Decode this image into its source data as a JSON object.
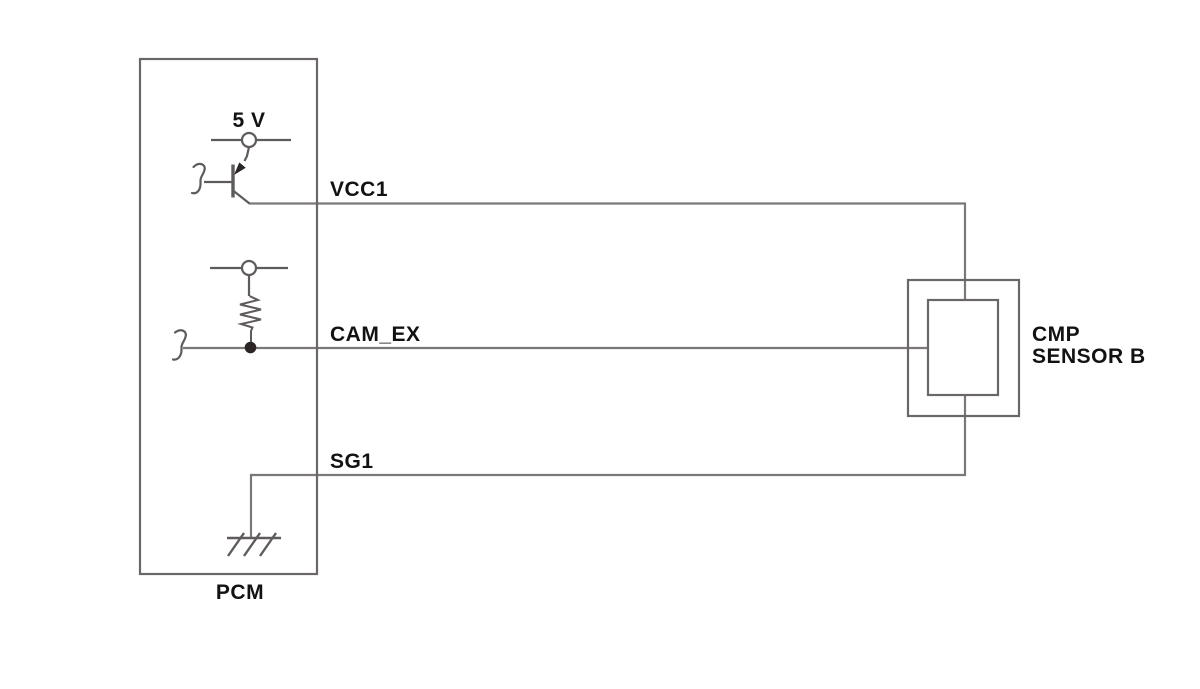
{
  "pcm": {
    "label": "PCM",
    "supply_label": "5 V"
  },
  "signals": [
    {
      "name": "VCC1"
    },
    {
      "name": "CAM_EX"
    },
    {
      "name": "SG1"
    }
  ],
  "sensor": {
    "name_line1": "CMP",
    "name_line2": "SENSOR B"
  },
  "colors": {
    "wire": "#7c7878",
    "box": "#6b6767",
    "component": "#5f5b5b",
    "junction": "#2b2525",
    "text": "#121212",
    "background": "#ffffff"
  }
}
